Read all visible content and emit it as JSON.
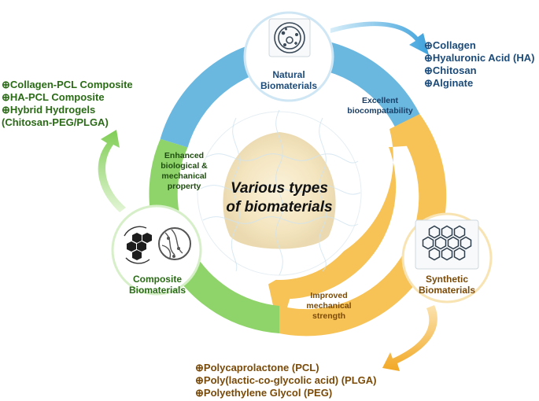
{
  "center": {
    "line1": "Various types",
    "line2": "of biomaterials"
  },
  "nodes": {
    "natural": {
      "line1": "Natural",
      "line2": "Biomaterials"
    },
    "synthetic": {
      "line1": "Synthetic",
      "line2": "Biomaterials"
    },
    "composite": {
      "line1": "Composite",
      "line2": "Biomaterials"
    }
  },
  "arcs": {
    "natural": [
      "Excellent",
      "biocompatability"
    ],
    "synthetic": [
      "Improved",
      "mechanical",
      "strength"
    ],
    "composite": [
      "Enhanced",
      "biological &",
      "mechanical",
      "property"
    ]
  },
  "lists": {
    "natural": [
      "⊕Collagen",
      "⊕Hyaluronic Acid (HA)",
      "⊕Chitosan",
      "⊕Alginate"
    ],
    "synthetic": [
      "⊕Polycaprolactone (PCL)",
      "⊕Poly(lactic-co-glycolic acid) (PLGA)",
      "⊕Polyethylene Glycol (PEG)"
    ],
    "composite": [
      "⊕Collagen-PCL Composite",
      "⊕HA-PCL Composite",
      "⊕Hybrid Hydrogels",
      "(Chitosan-PEG/PLGA)"
    ]
  },
  "colors": {
    "natural": "#6ab7e0",
    "synthetic": "#f7c256",
    "composite": "#8fd46b",
    "natural_text": "#1b4b7a",
    "synthetic_text": "#7a4a08",
    "composite_text": "#2a6b16"
  },
  "icons": {
    "natural": "petri-dish-icon",
    "synthetic": "hexagon-lattice-icon",
    "composite": "composite-cells-icon"
  }
}
